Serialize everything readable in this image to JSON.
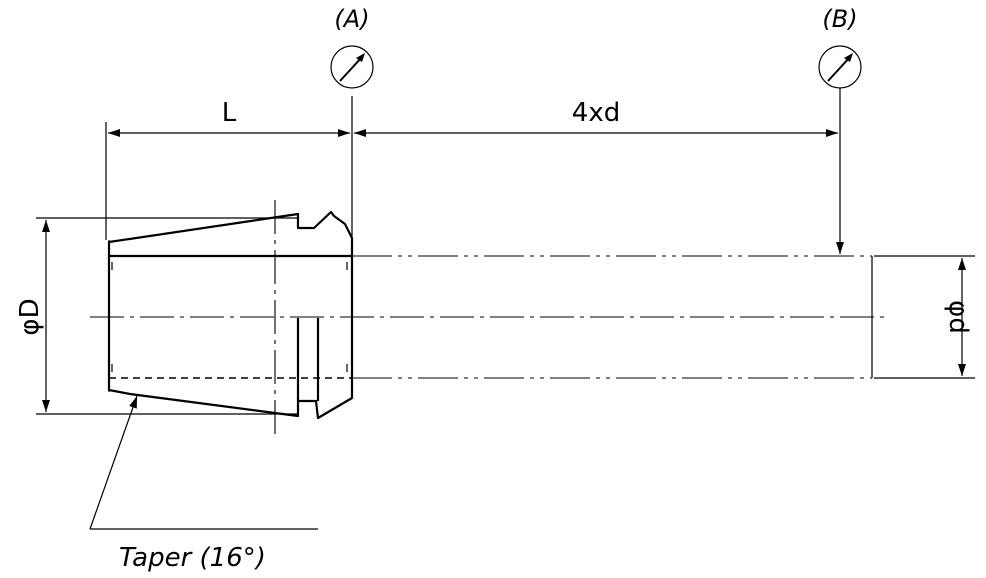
{
  "labels": {
    "gauge_a": "(A)",
    "gauge_b": "(B)",
    "length_l": "L",
    "distance": "4xd",
    "diameter_big": "φD",
    "diameter_small": "φd",
    "taper_note": "Taper (16°)"
  },
  "icons": {
    "gauge": "dial-indicator-icon"
  }
}
